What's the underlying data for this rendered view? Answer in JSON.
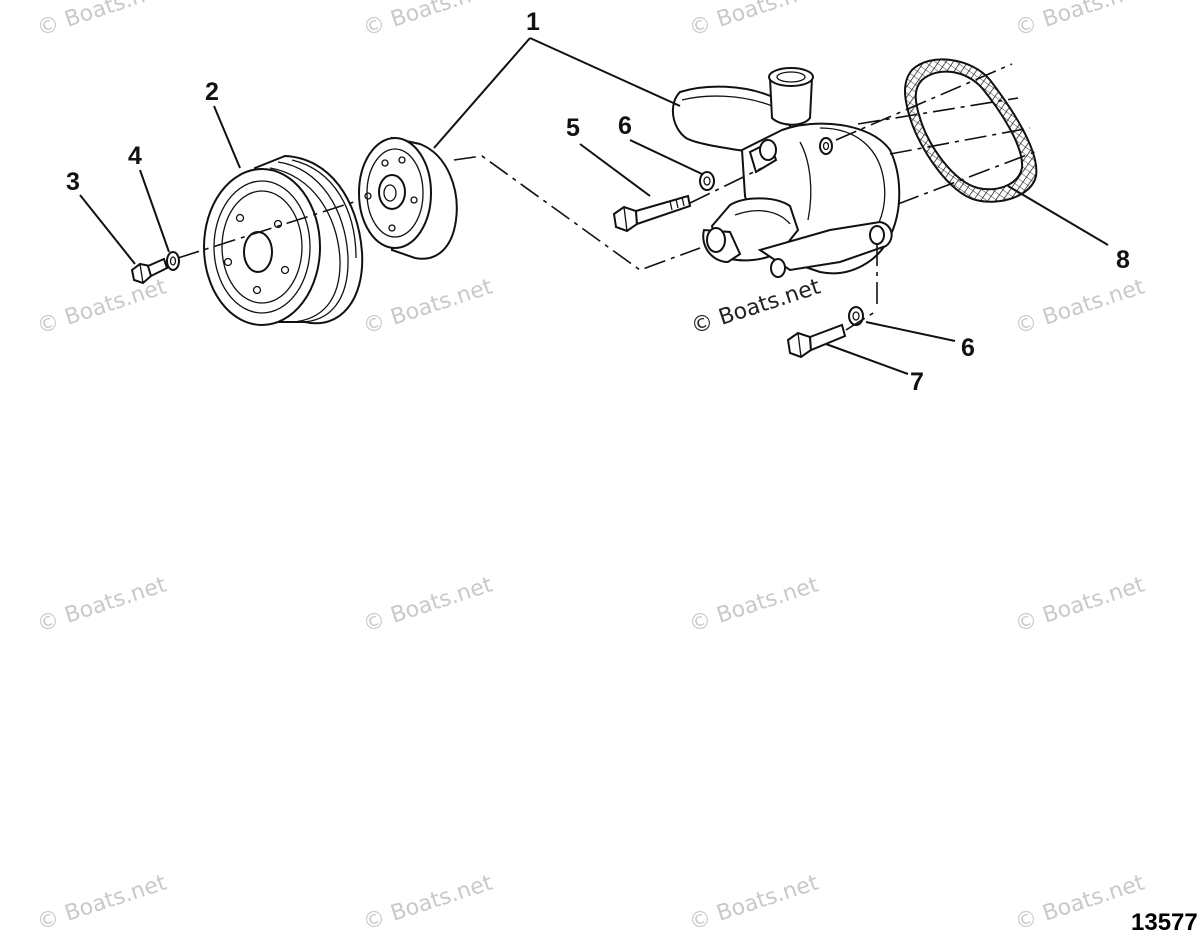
{
  "callouts": [
    {
      "id": "1",
      "label": "1",
      "part": "water-pump-assembly"
    },
    {
      "id": "2",
      "label": "2",
      "part": "pulley"
    },
    {
      "id": "3",
      "label": "3",
      "part": "bolt"
    },
    {
      "id": "4",
      "label": "4",
      "part": "lockwasher"
    },
    {
      "id": "5",
      "label": "5",
      "part": "bolt"
    },
    {
      "id": "6a",
      "label": "6",
      "part": "washer"
    },
    {
      "id": "6b",
      "label": "6",
      "part": "washer"
    },
    {
      "id": "7",
      "label": "7",
      "part": "bolt"
    },
    {
      "id": "8",
      "label": "8",
      "part": "gasket"
    }
  ],
  "watermark": {
    "text": "© Boats.net",
    "color": "#c9c9c9"
  },
  "figure_number": "13577"
}
